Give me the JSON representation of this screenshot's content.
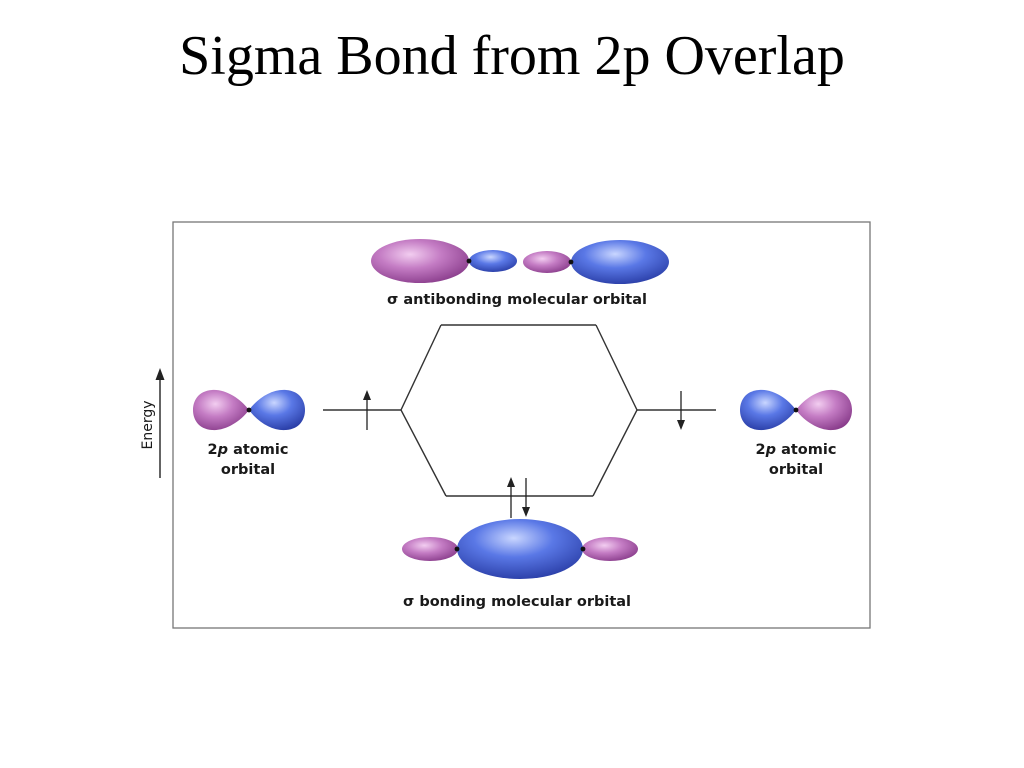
{
  "slide": {
    "title": "Sigma Bond from 2p Overlap"
  },
  "diagram": {
    "axis_label": "Energy",
    "antibonding_label": "σ antibonding molecular orbital",
    "bonding_label": "σ bonding molecular orbital",
    "left_atomic_label": {
      "prefix": "2",
      "italic": "p",
      "suffix": " atomic",
      "line2": "orbital"
    },
    "right_atomic_label": {
      "prefix": "2",
      "italic": "p",
      "suffix": " atomic",
      "line2": "orbital"
    },
    "colors": {
      "lobe_pink": "#b25fb2",
      "lobe_blue": "#4a66d8",
      "frame": "#777777",
      "lines": "#333333"
    }
  }
}
